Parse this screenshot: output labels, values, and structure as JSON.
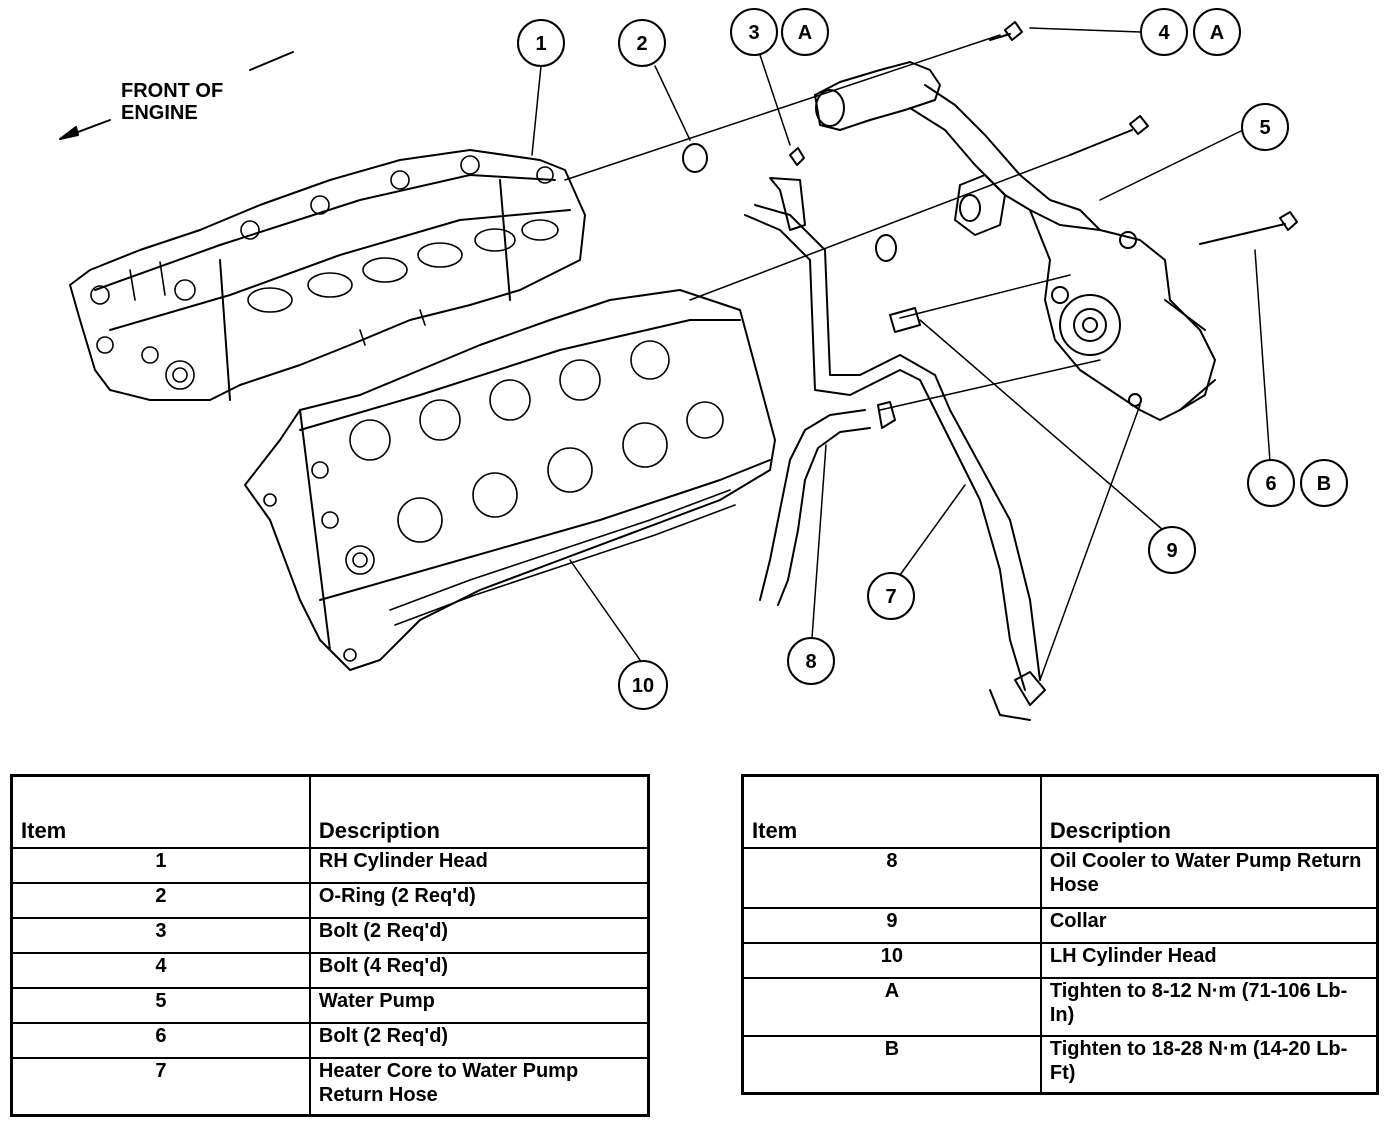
{
  "diagram": {
    "front_label_line1": "FRONT OF",
    "front_label_line2": "ENGINE",
    "callouts": [
      {
        "id": "callout-1",
        "text": "1"
      },
      {
        "id": "callout-2",
        "text": "2"
      },
      {
        "id": "callout-3",
        "text": "3"
      },
      {
        "id": "callout-3a",
        "text": "A"
      },
      {
        "id": "callout-4",
        "text": "4"
      },
      {
        "id": "callout-4a",
        "text": "A"
      },
      {
        "id": "callout-5",
        "text": "5"
      },
      {
        "id": "callout-6",
        "text": "6"
      },
      {
        "id": "callout-6b",
        "text": "B"
      },
      {
        "id": "callout-7",
        "text": "7"
      },
      {
        "id": "callout-8",
        "text": "8"
      },
      {
        "id": "callout-9",
        "text": "9"
      },
      {
        "id": "callout-10",
        "text": "10"
      }
    ]
  },
  "table_left": {
    "header_item": "Item",
    "header_description": "Description",
    "rows": [
      {
        "item": "1",
        "description": "RH Cylinder Head"
      },
      {
        "item": "2",
        "description": "O-Ring (2 Req'd)"
      },
      {
        "item": "3",
        "description": "Bolt (2 Req'd)"
      },
      {
        "item": "4",
        "description": "Bolt (4 Req'd)"
      },
      {
        "item": "5",
        "description": "Water Pump"
      },
      {
        "item": "6",
        "description": "Bolt (2 Req'd)"
      },
      {
        "item": "7",
        "description": "Heater Core to Water Pump Return Hose"
      }
    ]
  },
  "table_right": {
    "header_item": "Item",
    "header_description": "Description",
    "rows": [
      {
        "item": "8",
        "description": "Oil Cooler to Water Pump Return Hose"
      },
      {
        "item": "9",
        "description": "Collar"
      },
      {
        "item": "10",
        "description": "LH Cylinder Head"
      },
      {
        "item": "A",
        "description": "Tighten to 8-12 N·m (71-106 Lb-In)"
      },
      {
        "item": "B",
        "description": "Tighten to 18-28 N·m (14-20 Lb-Ft)"
      }
    ]
  }
}
